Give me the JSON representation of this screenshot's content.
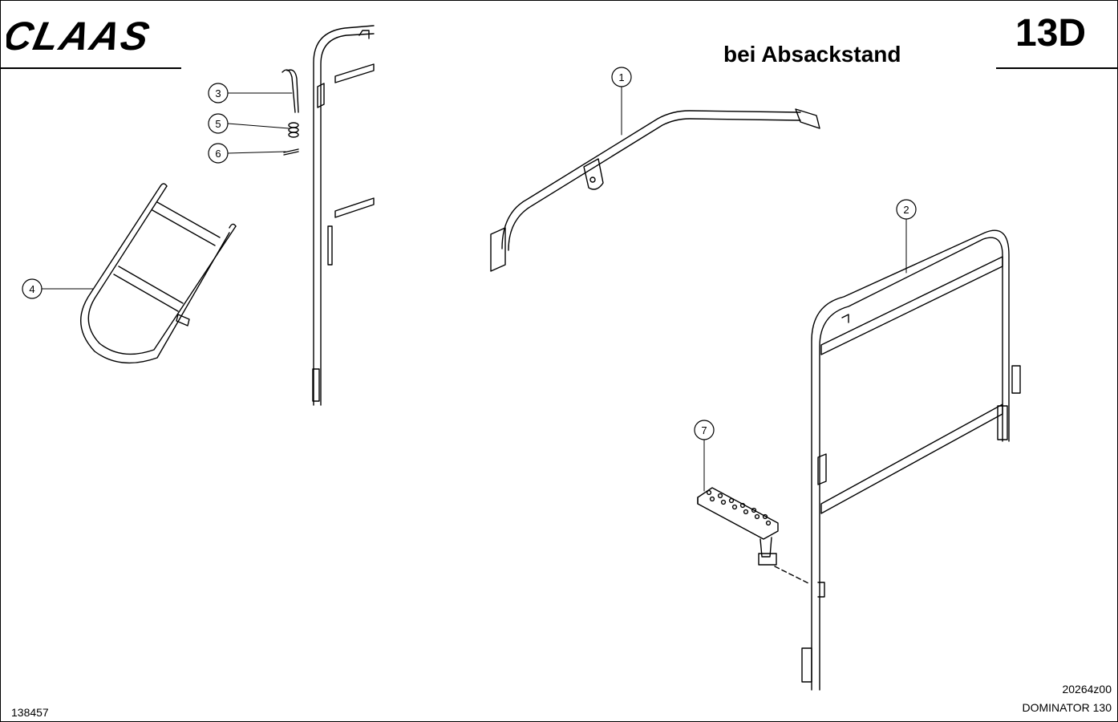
{
  "header": {
    "brand": "CLAAS",
    "subtitle": "bei Absackstand",
    "page_number": "13D"
  },
  "footer": {
    "sheet_id": "138457",
    "drawing_id": "20264z00",
    "model": "DOMINATOR 130"
  },
  "callouts": [
    {
      "id": "1",
      "label": "1"
    },
    {
      "id": "2",
      "label": "2"
    },
    {
      "id": "3",
      "label": "3"
    },
    {
      "id": "4",
      "label": "4"
    },
    {
      "id": "5",
      "label": "5"
    },
    {
      "id": "6",
      "label": "6"
    },
    {
      "id": "7",
      "label": "7"
    }
  ],
  "colors": {
    "ink": "#000000",
    "paper": "#ffffff"
  }
}
